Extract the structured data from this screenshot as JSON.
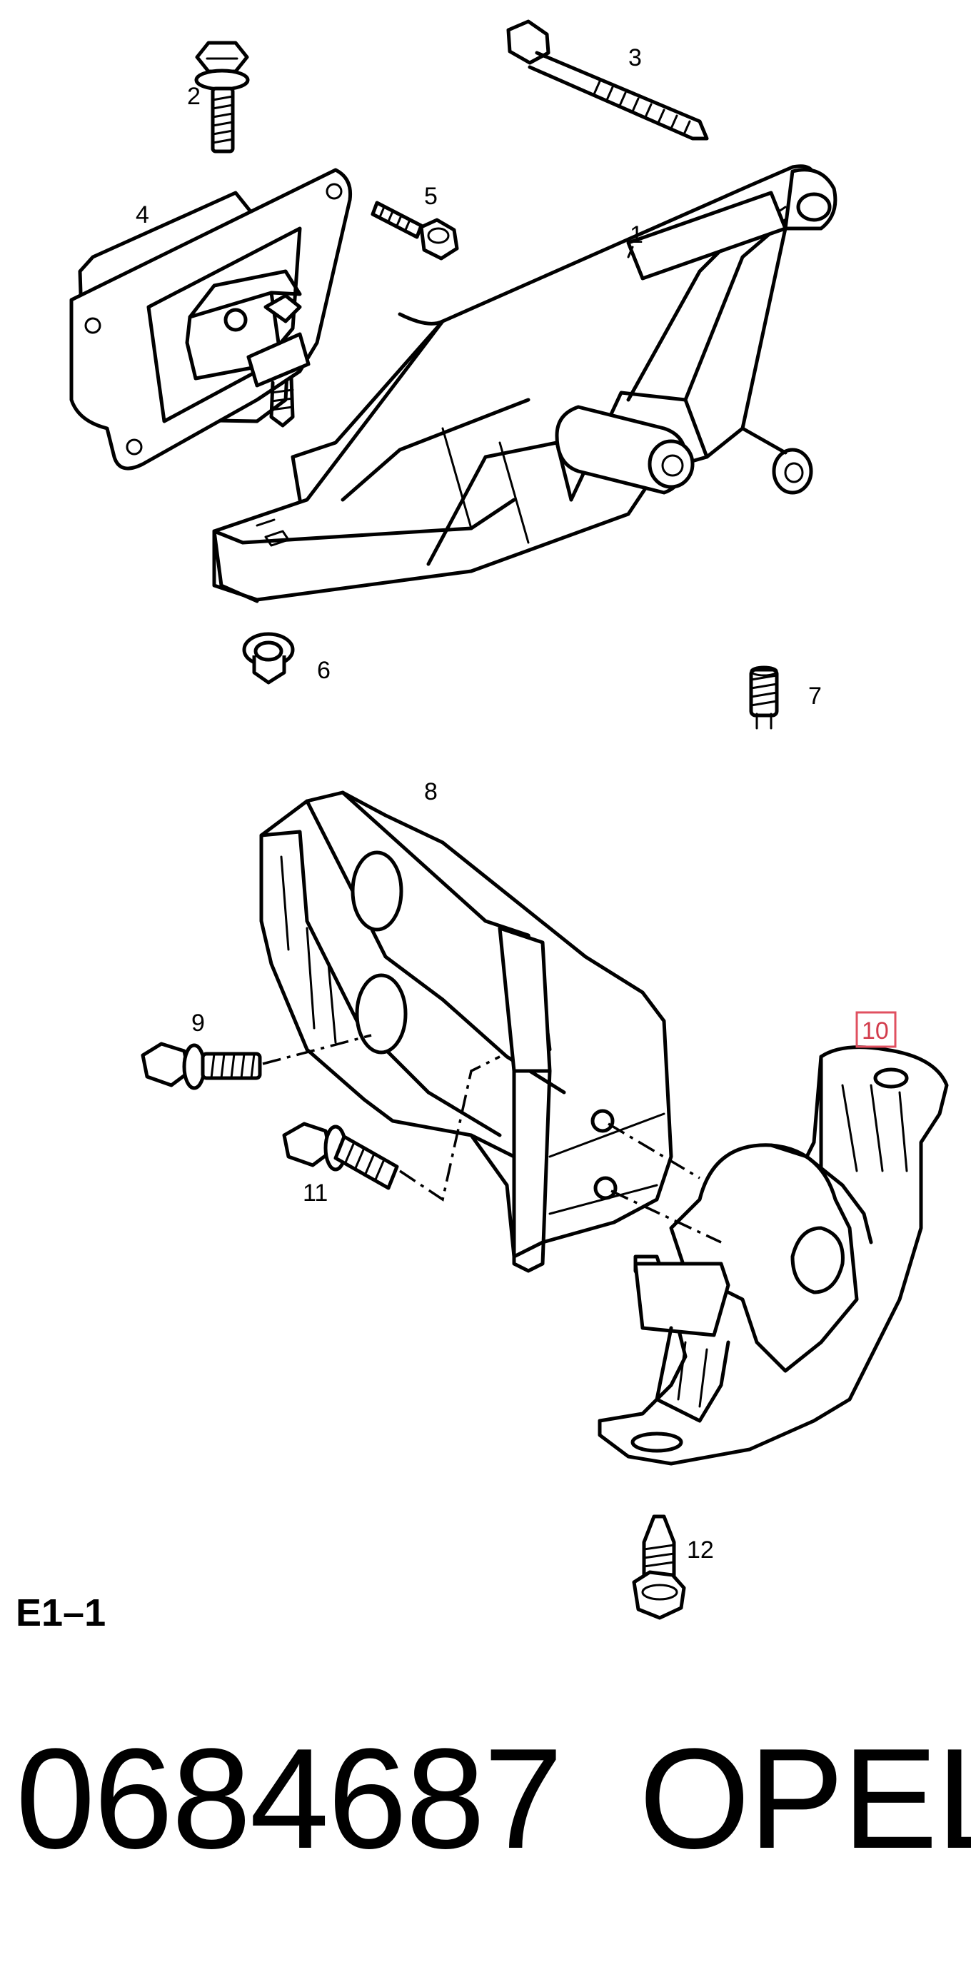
{
  "callouts": {
    "c1": "1",
    "c2": "2",
    "c3": "3",
    "c4": "4",
    "c5": "5",
    "c6": "6",
    "c7": "7",
    "c8": "8",
    "c9": "9",
    "c10": "10",
    "c11": "11",
    "c12": "12"
  },
  "highlight": {
    "part": "10",
    "color": "#e05060"
  },
  "section_code": "E1–1",
  "part_number": "0684687",
  "brand": "OPEL"
}
